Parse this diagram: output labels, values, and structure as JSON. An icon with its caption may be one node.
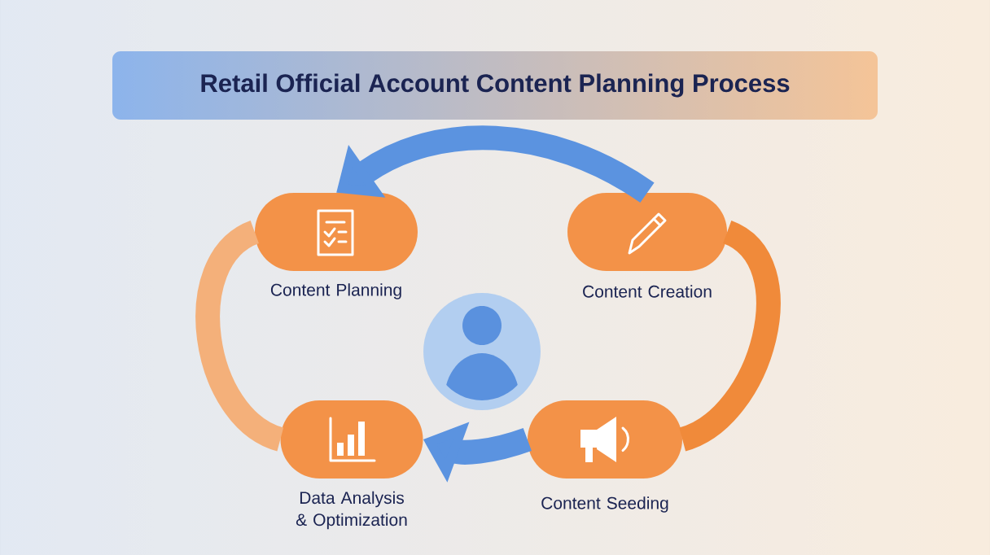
{
  "diagram": {
    "title": "Retail Official Account Content Planning Process",
    "nodes": [
      {
        "text": [
          "Content Planning"
        ]
      },
      {
        "text": [
          "Content Creation"
        ]
      },
      {
        "text": [
          "Content Seeding"
        ]
      },
      {
        "text": [
          "Data Analysis & Optimization"
        ]
      }
    ],
    "edges": [
      {
        "from": 1,
        "to": 0,
        "arrow": "to",
        "color": "#5b93e0"
      },
      {
        "from": 0,
        "to": 3,
        "arrow": "none",
        "color": "#f4b07a"
      },
      {
        "from": 1,
        "to": 2,
        "arrow": "none",
        "color": "#f08a3a"
      },
      {
        "from": 2,
        "to": 3,
        "arrow": "to",
        "color": "#5b93e0"
      }
    ]
  }
}
